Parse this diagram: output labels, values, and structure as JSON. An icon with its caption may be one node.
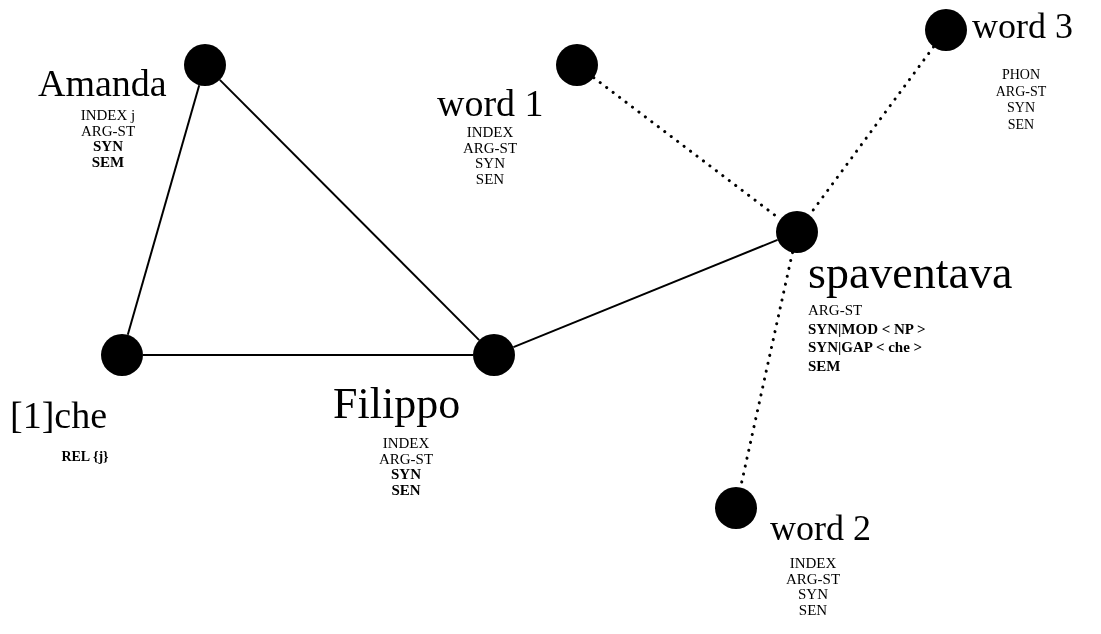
{
  "diagram": {
    "nodes": [
      {
        "text": [],
        "shape": "circle",
        "beside": [
          "Amanda",
          "INDEX  j",
          "ARG-ST",
          "SYN",
          "SEM"
        ]
      },
      {
        "text": [],
        "shape": "circle",
        "beside": [
          "word 1",
          "INDEX",
          "ARG-ST",
          "SYN",
          "SEN"
        ]
      },
      {
        "text": [],
        "shape": "circle",
        "beside": [
          "word 3",
          "PHON",
          "ARG-ST",
          "SYN",
          "SEN"
        ]
      },
      {
        "text": [],
        "shape": "circle",
        "beside": [
          "spaventava",
          "ARG-ST",
          "SYN|MOD < NP >",
          "SYN|GAP < che >",
          "SEM"
        ]
      },
      {
        "text": [],
        "shape": "circle",
        "beside": [
          "[1]che",
          "REL {j}"
        ]
      },
      {
        "text": [],
        "shape": "circle",
        "beside": [
          "Filippo",
          "INDEX",
          "ARG-ST",
          "SYN",
          "SEN"
        ]
      },
      {
        "text": [],
        "shape": "circle",
        "beside": [
          "word 2",
          "INDEX",
          "ARG-ST",
          "SYN",
          "SEN"
        ]
      }
    ],
    "edges": [
      {
        "from": 0,
        "to": 4,
        "arrow": "none"
      },
      {
        "from": 0,
        "to": 5,
        "arrow": "none"
      },
      {
        "from": 4,
        "to": 5,
        "arrow": "none"
      },
      {
        "from": 5,
        "to": 3,
        "arrow": "none"
      },
      {
        "from": 1,
        "to": 3,
        "arrow": "none",
        "style": "dashed"
      },
      {
        "from": 2,
        "to": 3,
        "arrow": "none",
        "style": "dashed"
      },
      {
        "from": 3,
        "to": 6,
        "arrow": "none",
        "style": "dashed"
      }
    ]
  }
}
